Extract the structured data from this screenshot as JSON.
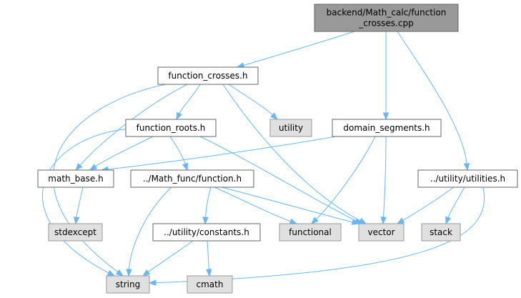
{
  "colors": {
    "root_fill": "#999999",
    "root_stroke": "#666666",
    "local_fill": "#ffffff",
    "local_stroke": "#666666",
    "system_fill": "#e0e0e0",
    "system_stroke": "#999999",
    "edge": "#63b8ff"
  },
  "nodes": {
    "root": {
      "lines": [
        "backend/Math_calc/function",
        "_crosses.cpp"
      ],
      "kind": "root"
    },
    "function_crosses": {
      "lines": [
        "function_crosses.h"
      ],
      "kind": "local"
    },
    "utility": {
      "lines": [
        "utility"
      ],
      "kind": "system"
    },
    "domain_segments": {
      "lines": [
        "domain_segments.h"
      ],
      "kind": "local"
    },
    "function_roots": {
      "lines": [
        "function_roots.h"
      ],
      "kind": "local"
    },
    "math_base": {
      "lines": [
        "math_base.h"
      ],
      "kind": "local"
    },
    "function_h": {
      "lines": [
        "../Math_func/function.h"
      ],
      "kind": "local"
    },
    "utilities": {
      "lines": [
        "../utility/utilities.h"
      ],
      "kind": "local"
    },
    "stdexcept": {
      "lines": [
        "stdexcept"
      ],
      "kind": "system"
    },
    "constants": {
      "lines": [
        "../utility/constants.h"
      ],
      "kind": "local"
    },
    "functional": {
      "lines": [
        "functional"
      ],
      "kind": "system"
    },
    "vector": {
      "lines": [
        "vector"
      ],
      "kind": "system"
    },
    "stack": {
      "lines": [
        "stack"
      ],
      "kind": "system"
    },
    "string": {
      "lines": [
        "string"
      ],
      "kind": "system"
    },
    "cmath": {
      "lines": [
        "cmath"
      ],
      "kind": "system"
    }
  },
  "edges": [
    {
      "from": "root",
      "to": "function_crosses"
    },
    {
      "from": "root",
      "to": "domain_segments"
    },
    {
      "from": "root",
      "to": "utilities"
    },
    {
      "from": "function_crosses",
      "to": "string"
    },
    {
      "from": "function_crosses",
      "to": "math_base"
    },
    {
      "from": "function_crosses",
      "to": "function_roots"
    },
    {
      "from": "function_crosses",
      "to": "utility"
    },
    {
      "from": "function_crosses",
      "to": "vector"
    },
    {
      "from": "function_roots",
      "to": "string"
    },
    {
      "from": "function_roots",
      "to": "math_base"
    },
    {
      "from": "function_roots",
      "to": "function_h"
    },
    {
      "from": "function_roots",
      "to": "vector"
    },
    {
      "from": "domain_segments",
      "to": "math_base"
    },
    {
      "from": "domain_segments",
      "to": "functional"
    },
    {
      "from": "domain_segments",
      "to": "vector"
    },
    {
      "from": "math_base",
      "to": "stdexcept"
    },
    {
      "from": "function_h",
      "to": "string"
    },
    {
      "from": "function_h",
      "to": "constants"
    },
    {
      "from": "function_h",
      "to": "functional"
    },
    {
      "from": "function_h",
      "to": "vector"
    },
    {
      "from": "constants",
      "to": "string"
    },
    {
      "from": "constants",
      "to": "cmath"
    },
    {
      "from": "utilities",
      "to": "vector"
    },
    {
      "from": "utilities",
      "to": "stack"
    },
    {
      "from": "utilities",
      "to": "string"
    }
  ]
}
